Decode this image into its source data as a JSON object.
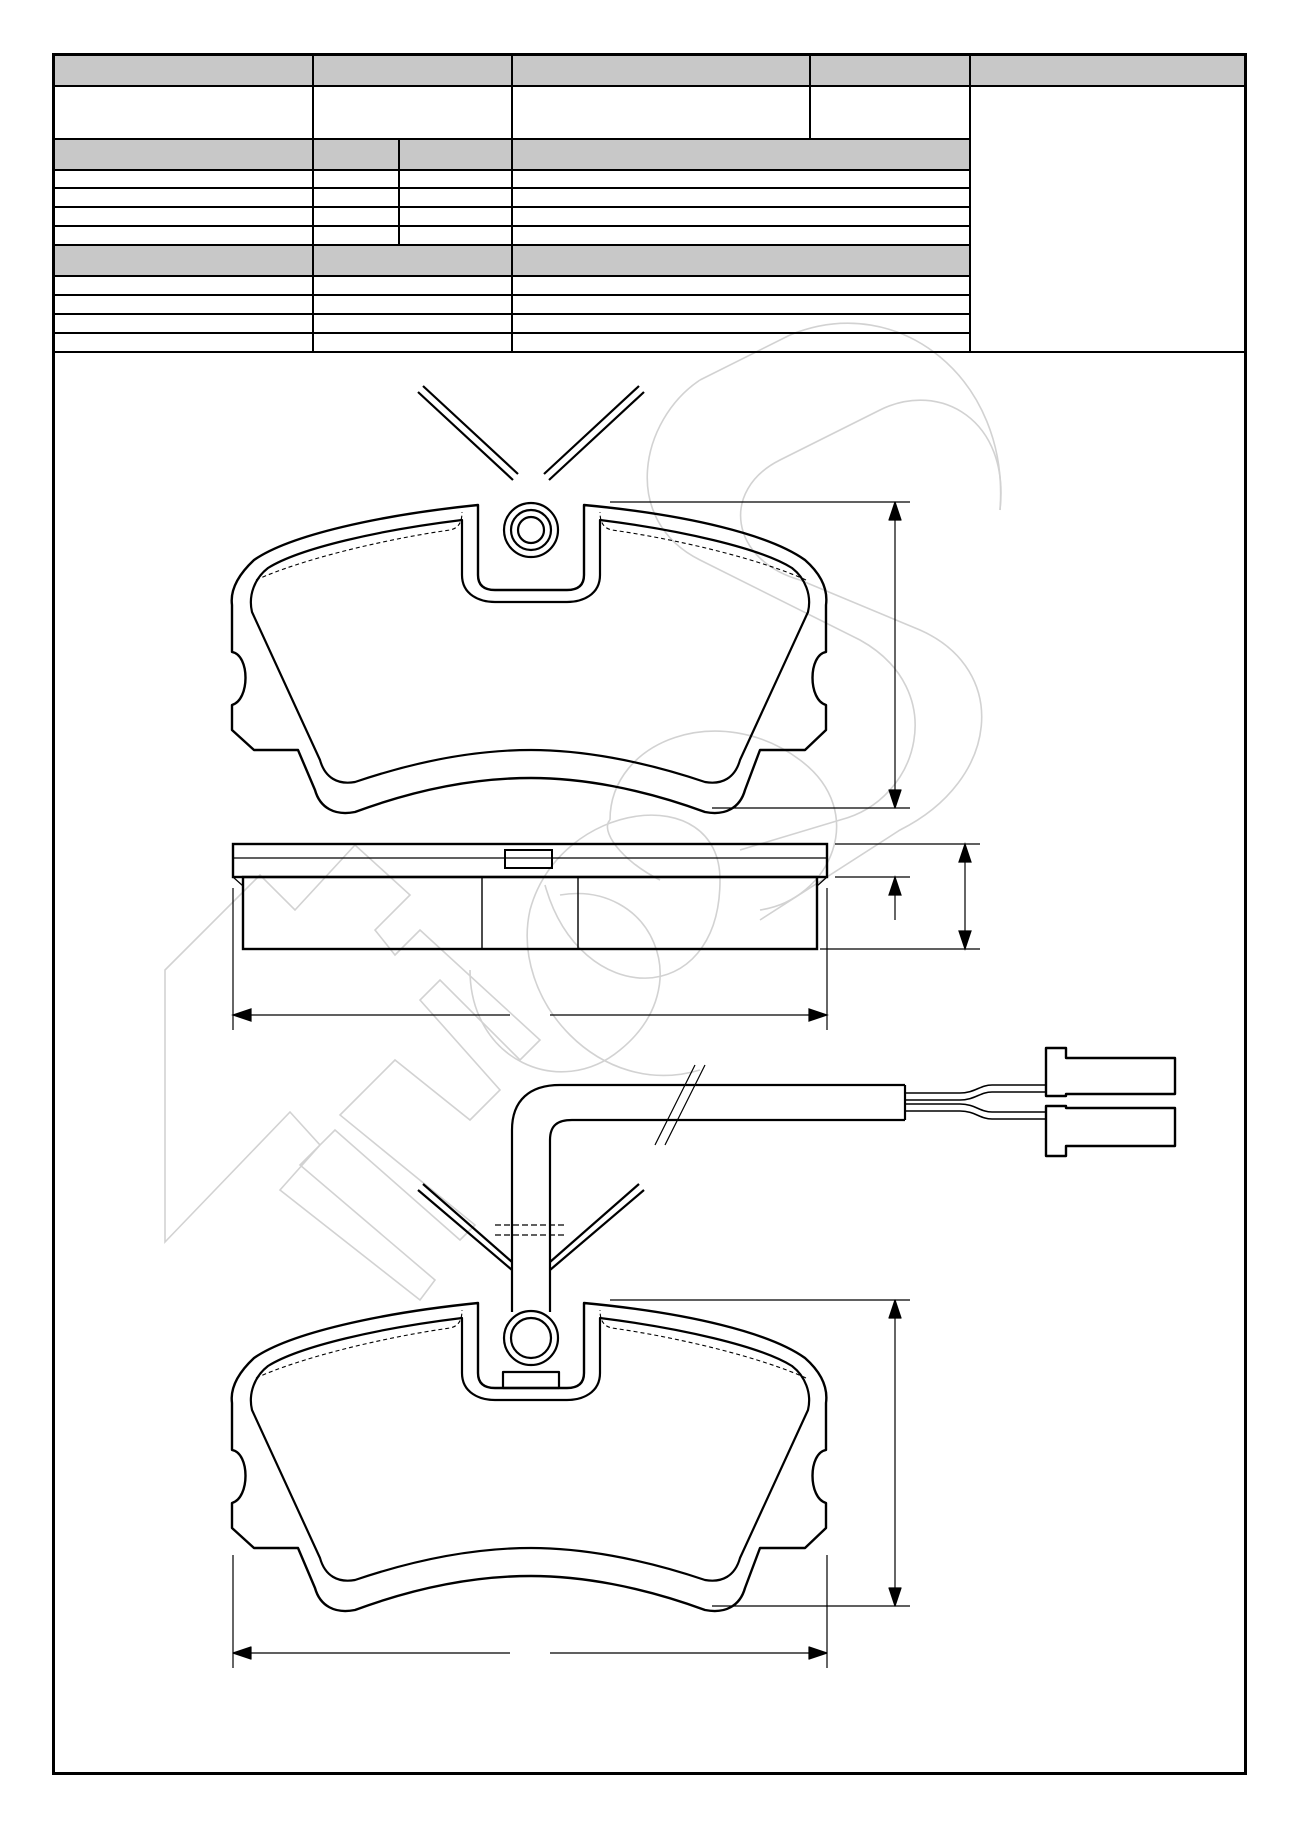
{
  "sheet": {
    "header_fill": "#c8c8c8",
    "line_color": "#000000",
    "watermark_color": "#d2d2d2",
    "header": {
      "top_cells": [
        "",
        "",
        "",
        "",
        ""
      ],
      "value_cells": [
        "",
        "",
        "",
        ""
      ],
      "section_a_headers": [
        "",
        "",
        "",
        ""
      ],
      "section_b_headers": [
        "",
        "",
        "",
        ""
      ]
    }
  },
  "drawing": {
    "views": [
      {
        "name": "front-view",
        "has_spring_clip": true
      },
      {
        "name": "side-view"
      },
      {
        "name": "front-view-with-wear-sensor",
        "has_spring_clip": true,
        "has_wire": true,
        "has_connector": true
      }
    ],
    "watermark": {
      "kind": "logo-outline"
    }
  }
}
